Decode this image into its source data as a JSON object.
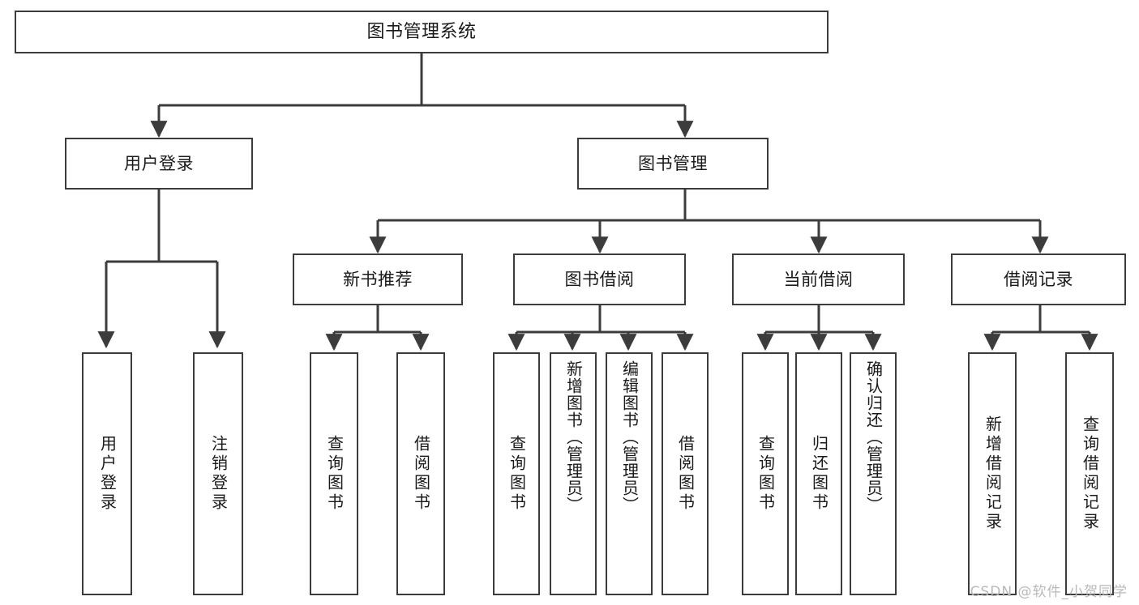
{
  "diagram": {
    "title": "图书管理系统",
    "type": "hierarchy-tree",
    "colors": {
      "background": "#ffffff",
      "node_border": "#3c3c3c",
      "node_fill": "#ffffff",
      "edge": "#3c3c3c",
      "text": "#1a1a1a",
      "watermark": "#b9b9b9"
    },
    "levels": {
      "level1": [
        "图书管理系统"
      ],
      "level2": [
        "用户登录",
        "图书管理"
      ],
      "level3": [
        "新书推荐",
        "图书借阅",
        "当前借阅",
        "借阅记录"
      ],
      "level4": [
        "用户登录",
        "注销登录",
        "查询图书",
        "借阅图书",
        "查询图书",
        "新增图书（管理员）",
        "编辑图书（管理员）",
        "借阅图书",
        "查询图书",
        "归还图书",
        "确认归还（管理员）",
        "新增借阅记录",
        "查询借阅记录"
      ]
    },
    "nodes": {
      "root": {
        "label": "图书管理系统",
        "level": 1
      },
      "user_login": {
        "label": "用户登录",
        "level": 2
      },
      "book_mgmt": {
        "label": "图书管理",
        "level": 2
      },
      "new_book_rec": {
        "label": "新书推荐",
        "level": 3
      },
      "book_borrow": {
        "label": "图书借阅",
        "level": 3
      },
      "current_borrow": {
        "label": "当前借阅",
        "level": 3
      },
      "borrow_record": {
        "label": "借阅记录",
        "level": 3
      },
      "leaf_user_login": {
        "label": "用户登录",
        "level": 4
      },
      "leaf_logout": {
        "label": "注销登录",
        "level": 4
      },
      "leaf_query_book_a": {
        "label": "查询图书",
        "level": 4
      },
      "leaf_borrow_book_a": {
        "label": "借阅图书",
        "level": 4
      },
      "leaf_query_book_b": {
        "label": "查询图书",
        "level": 4
      },
      "leaf_add_book": {
        "label": "新增图书（管理员）",
        "level": 4
      },
      "leaf_edit_book": {
        "label": "编辑图书（管理员）",
        "level": 4
      },
      "leaf_borrow_book_b": {
        "label": "借阅图书",
        "level": 4
      },
      "leaf_query_book_c": {
        "label": "查询图书",
        "level": 4
      },
      "leaf_return_book": {
        "label": "归还图书",
        "level": 4
      },
      "leaf_confirm_return": {
        "label": "确认归还（管理员）",
        "level": 4
      },
      "leaf_add_record": {
        "label": "新增借阅记录",
        "level": 4
      },
      "leaf_query_record": {
        "label": "查询借阅记录",
        "level": 4
      }
    },
    "edges": [
      {
        "from": "root",
        "to": "user_login"
      },
      {
        "from": "root",
        "to": "book_mgmt"
      },
      {
        "from": "user_login",
        "to": "leaf_user_login"
      },
      {
        "from": "user_login",
        "to": "leaf_logout"
      },
      {
        "from": "book_mgmt",
        "to": "new_book_rec"
      },
      {
        "from": "book_mgmt",
        "to": "book_borrow"
      },
      {
        "from": "book_mgmt",
        "to": "current_borrow"
      },
      {
        "from": "book_mgmt",
        "to": "borrow_record"
      },
      {
        "from": "new_book_rec",
        "to": "leaf_query_book_a"
      },
      {
        "from": "new_book_rec",
        "to": "leaf_borrow_book_a"
      },
      {
        "from": "book_borrow",
        "to": "leaf_query_book_b"
      },
      {
        "from": "book_borrow",
        "to": "leaf_add_book"
      },
      {
        "from": "book_borrow",
        "to": "leaf_edit_book"
      },
      {
        "from": "book_borrow",
        "to": "leaf_borrow_book_b"
      },
      {
        "from": "current_borrow",
        "to": "leaf_query_book_c"
      },
      {
        "from": "current_borrow",
        "to": "leaf_return_book"
      },
      {
        "from": "current_borrow",
        "to": "leaf_confirm_return"
      },
      {
        "from": "borrow_record",
        "to": "leaf_add_record"
      },
      {
        "from": "borrow_record",
        "to": "leaf_query_record"
      }
    ]
  },
  "watermark": {
    "text": "CSDN @软件_小贺同学"
  }
}
